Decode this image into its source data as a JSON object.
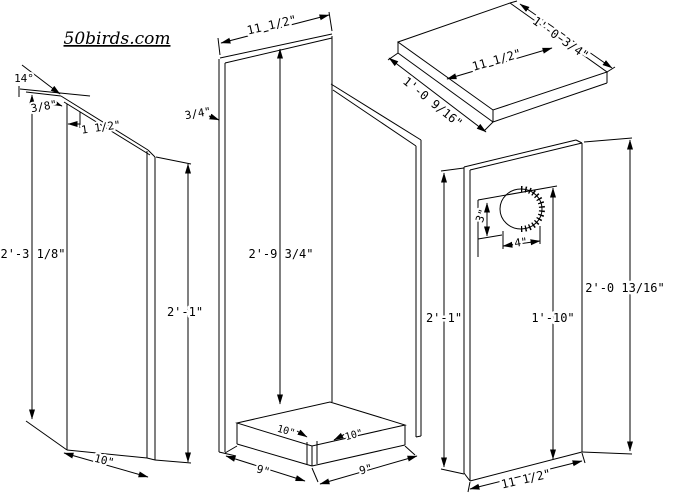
{
  "title": "50birds.com",
  "colors": {
    "line": "#000000",
    "background": "#ffffff"
  },
  "side_panel": {
    "angle": "14°",
    "bevel": "3/8\"",
    "top_flat": "1 1/2\"",
    "back_height": "2'-3 1/8\"",
    "front_height": "2'-1\"",
    "bottom_width": "10\""
  },
  "back_panel": {
    "top_width": "11 1/2\"",
    "thickness": "3/4\"",
    "height": "2'-9 3/4\""
  },
  "floor": {
    "top_depth": "10\"",
    "top_width": "10\"",
    "bottom_depth": "9\"",
    "bottom_width": "9\""
  },
  "roof": {
    "right_edge": "1'-0 3/4\"",
    "face_width": "11 1/2\"",
    "left_edge": "1'-0 9/16\""
  },
  "front_panel": {
    "hole_height": "3\"",
    "hole_width": "4\"",
    "front_height": "2'-1\"",
    "hole_to_bottom": "1'-10\"",
    "back_height": "2'-0 13/16\"",
    "width": "11 1/2\""
  }
}
